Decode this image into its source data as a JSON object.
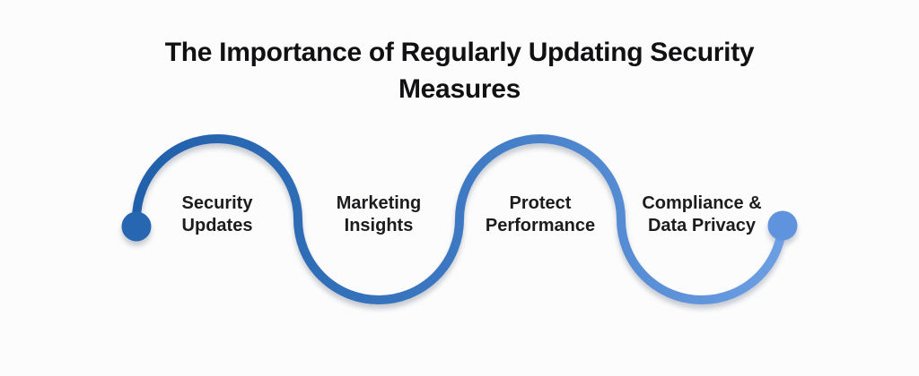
{
  "title": {
    "line1": "The Importance of Regularly Updating Security",
    "line2": "Measures"
  },
  "diagram": {
    "type": "wave-timeline",
    "steps": [
      {
        "line1": "Security",
        "line2": "Updates"
      },
      {
        "line1": "Marketing",
        "line2": "Insights"
      },
      {
        "line1": "Protect",
        "line2": "Performance"
      },
      {
        "line1": "Compliance &",
        "line2": "Data Privacy"
      }
    ]
  },
  "colors": {
    "background": "#fcfcfc",
    "title_text": "#111113",
    "label_text": "#1c1c1e",
    "wave_gradient_start": "#1F5EA9",
    "wave_gradient_mid": "#3D79C3",
    "wave_gradient_end": "#6FA0E5",
    "start_dot": "#2767B2",
    "end_dot": "#5F93DE"
  }
}
